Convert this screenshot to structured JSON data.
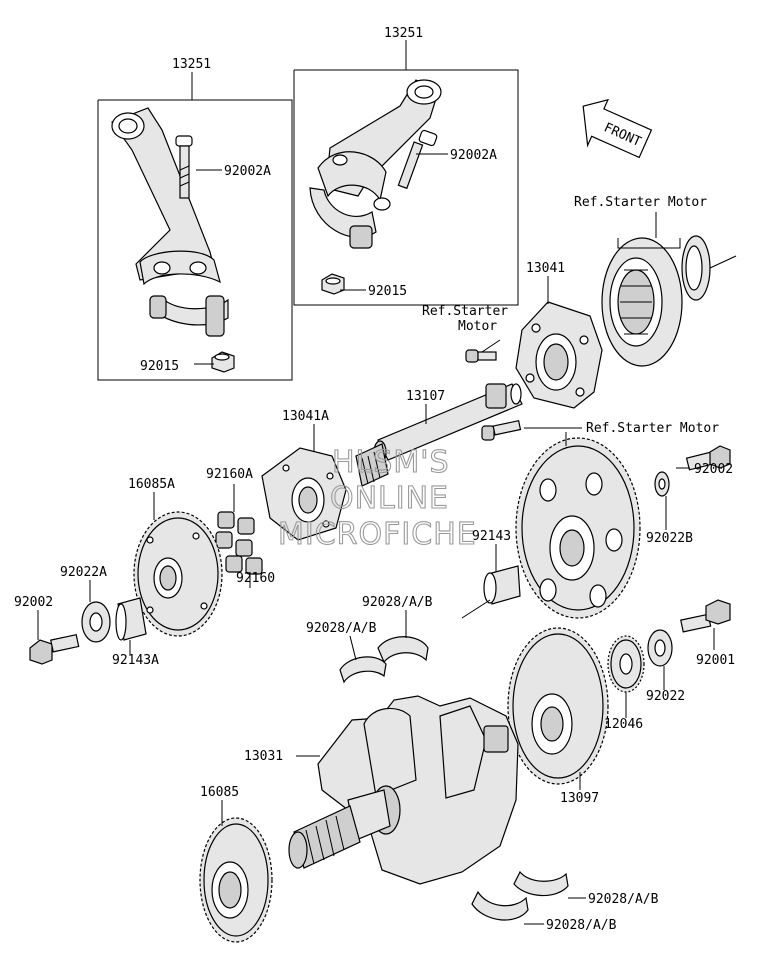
{
  "labels": {
    "conrod_left": "13251",
    "conrod_right": "13251",
    "bolt_left": "92002A",
    "bolt_right": "92002A",
    "nut_right": "92015",
    "nut_left": "92015",
    "front": "FRONT",
    "ref_starter_top": "Ref.Starter Motor",
    "flange_13041": "13041",
    "ref_starter_mid_1": "Ref.Starter",
    "ref_starter_mid_2": "Motor",
    "shaft_13107": "13107",
    "flange_13041a": "13041A",
    "ref_starter_right": "Ref.Starter Motor",
    "damper_92160a": "92160A",
    "gear_16085a": "16085A",
    "washer_92022b": "92022B",
    "bolt_92002_right": "92002",
    "bearing_92143": "92143",
    "washer_92022a": "92022A",
    "bolt_92002_left": "92002",
    "collar_92143a": "92143A",
    "damper_92160": "92160",
    "bearing_top_1": "92028/A/B",
    "bearing_top_2": "92028/A/B",
    "bolt_92001": "92001",
    "washer_92022": "92022",
    "gear_12046": "12046",
    "crank_13031": "13031",
    "gear_13097": "13097",
    "gear_16085": "16085",
    "bearing_bottom_1": "92028/A/B",
    "bearing_bottom_2": "92028/A/B"
  },
  "watermark": [
    "HLSM'S",
    "ONLINE",
    "MICROFICHE"
  ]
}
